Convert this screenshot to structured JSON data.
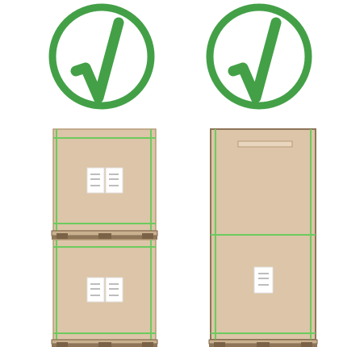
{
  "figure": {
    "colors": {
      "check_green": "#43A047",
      "cardboard": "#DCC5A8",
      "cardboard_edge": "#B79B79",
      "cardboard_dark": "#8E7558",
      "strap_green": "#6CCB5F",
      "label_white": "#FFFFFF",
      "label_lines": "#BDBDBD",
      "pallet_wood": "#C9B08E",
      "pallet_shadow": "#7A6247"
    },
    "panels": [
      {
        "id": "left",
        "status_icon": "check-circle-icon",
        "configuration": "two-stacked-pallet-boxes"
      },
      {
        "id": "right",
        "status_icon": "check-circle-icon",
        "configuration": "single-tall-pallet-box"
      }
    ]
  }
}
